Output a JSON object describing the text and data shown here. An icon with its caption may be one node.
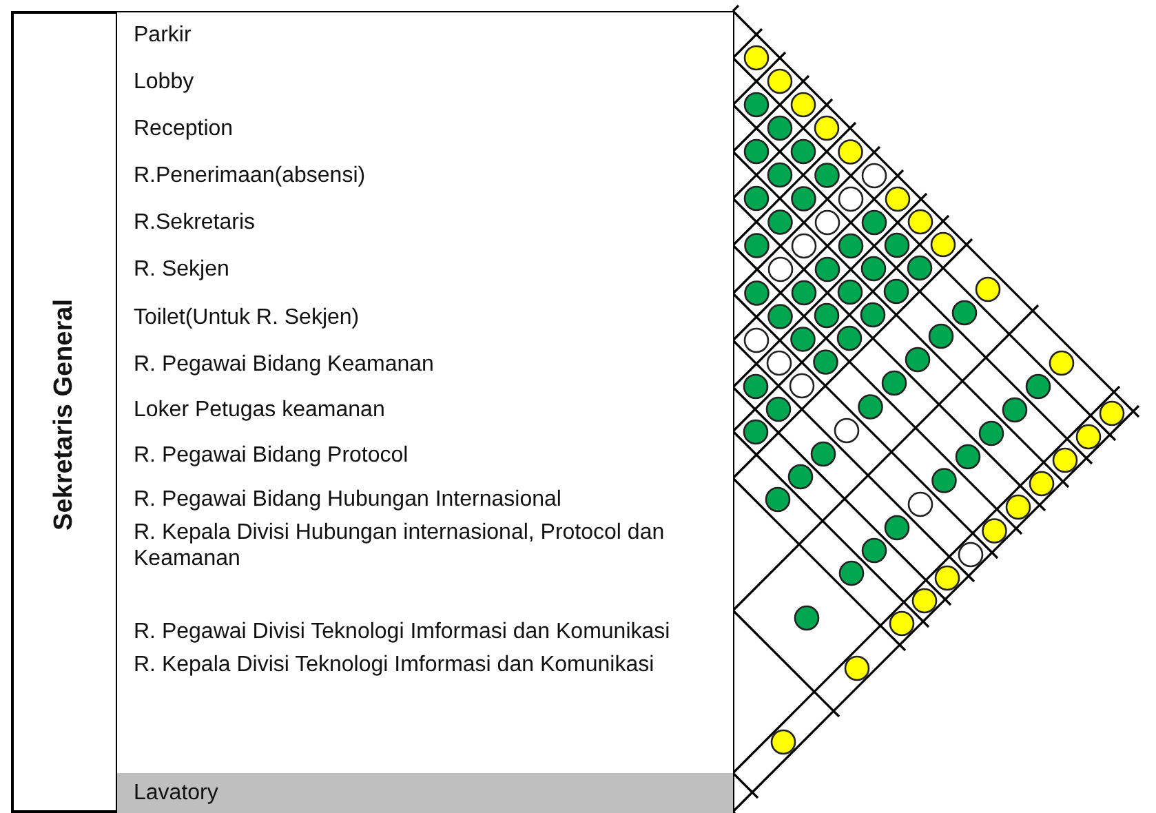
{
  "diagram": {
    "nodes": [
      {
        "text": [
          "Sekretaris General"
        ]
      },
      {
        "text": [
          "Parkir"
        ],
        "in": 0
      },
      {
        "text": [
          "Lobby"
        ],
        "in": 0
      },
      {
        "text": [
          "Reception"
        ],
        "in": 0
      },
      {
        "text": [
          "R.Penerimaan(absensi)"
        ],
        "in": 0
      },
      {
        "text": [
          "R.Sekretaris"
        ],
        "in": 0
      },
      {
        "text": [
          "R. Sekjen"
        ],
        "in": 0
      },
      {
        "text": [
          "Toilet(Untuk R. Sekjen)"
        ],
        "in": 0
      },
      {
        "text": [
          "R. Pegawai Bidang Keamanan"
        ],
        "in": 0
      },
      {
        "text": [
          "Loker Petugas keamanan"
        ],
        "in": 0
      },
      {
        "text": [
          "R. Pegawai Bidang Protocol"
        ],
        "in": 0
      },
      {
        "text": [
          "R. Pegawai Bidang Hubungan Internasional",
          "R. Kepala Divisi Hubungan internasional, Protocol dan Keamanan"
        ],
        "in": 0
      },
      {
        "text": [
          "R. Pegawai Divisi Teknologi Imformasi dan Komunikasi",
          "R. Kepala Divisi Teknologi Imformasi dan Komunikasi"
        ],
        "in": 0
      },
      {
        "text": [
          "Lavatory"
        ],
        "in": 0
      }
    ]
  }
}
